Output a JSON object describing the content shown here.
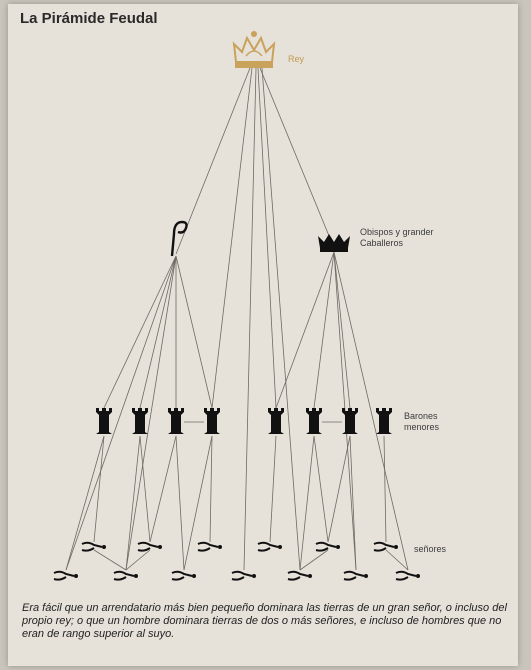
{
  "title": "La Pirámide Feudal",
  "labels": {
    "king": "Rey",
    "nobles": "Obispos y grander Caballeros",
    "barons": "Barones menores",
    "lords": "señores"
  },
  "caption": "Era fácil que un arrendatario más bien pequeño dominara las tierras de un gran señor, o incluso del propio rey; o que un hombre dominara tierras de dos o más señores, e incluso de hombres que no eran de rango superior al suyo.",
  "icons": {
    "king": "crown-icon",
    "bishop": "crozier-icon",
    "noble": "coronet-icon",
    "baron": "castle-tower-icon",
    "lord": "spur-icon"
  },
  "colors": {
    "crown": "#c9a25c",
    "ink": "#111111",
    "line": "#6d6a64"
  }
}
